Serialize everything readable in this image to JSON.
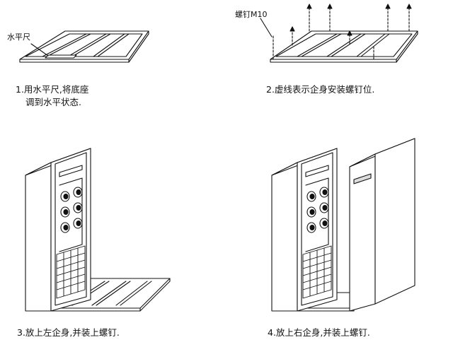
{
  "panel1": {
    "label": "水平尺",
    "caption_line1": "1.用水平尺,将底座",
    "caption_line2": "调到水平状态."
  },
  "panel2": {
    "label": "螺钉M10",
    "caption": "2.虚线表示企身安装螺钉位."
  },
  "panel3": {
    "caption": "3.放上左企身,并装上螺钉."
  },
  "panel4": {
    "caption": "4.放上右企身,并装上螺钉."
  },
  "colors": {
    "line": "#111111",
    "fill": "#ffffff",
    "shade": "#dcdcdc"
  }
}
